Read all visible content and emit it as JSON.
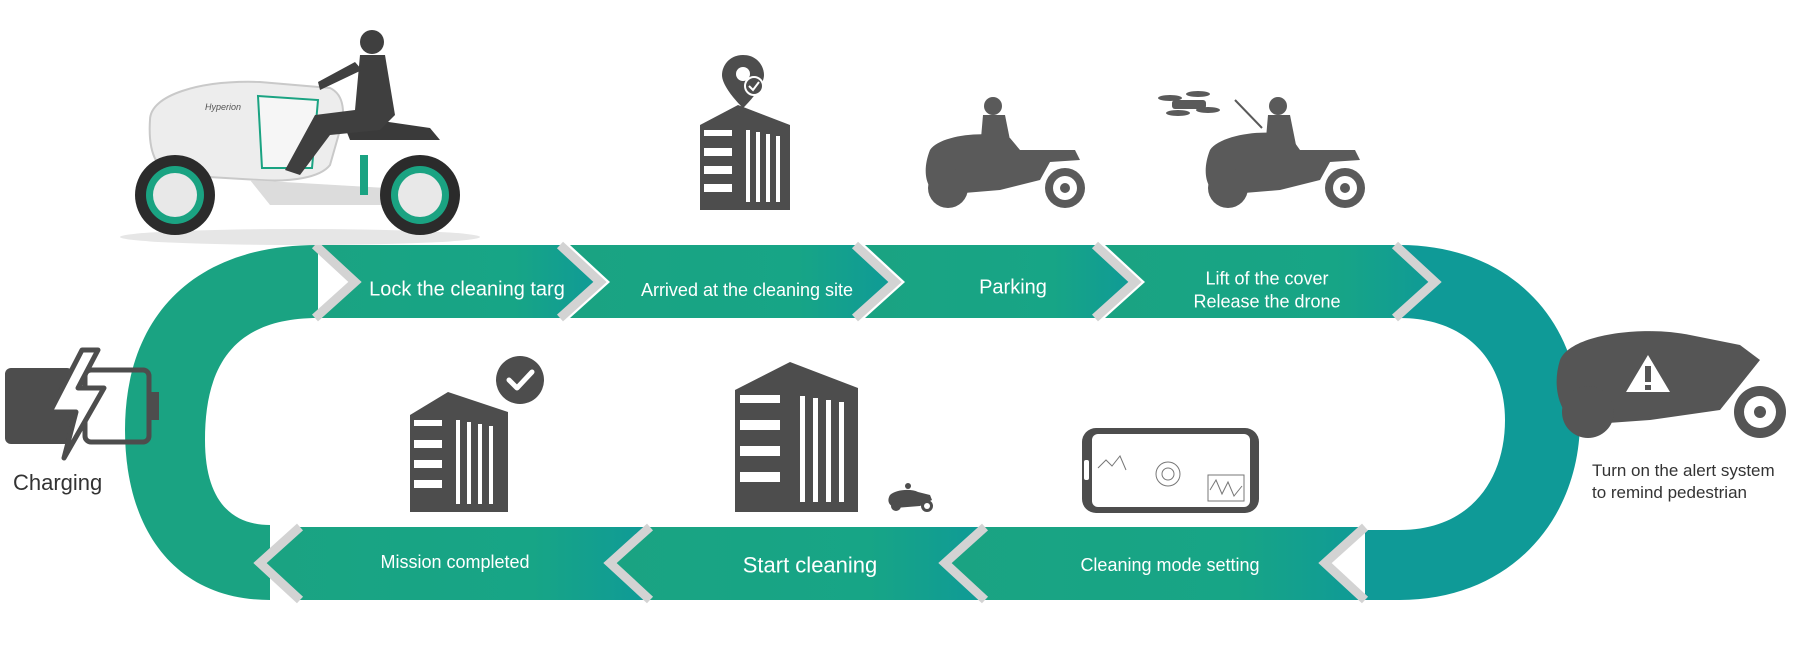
{
  "steps": {
    "lock": "Lock the cleaning targ",
    "arrived": "Arrived at the cleaning site",
    "parking": "Parking",
    "lift_line1": "Lift of the cover",
    "lift_line2": "Release the drone",
    "cleaning_mode": "Cleaning mode setting",
    "start_cleaning": "Start cleaning",
    "mission_completed": "Mission completed"
  },
  "side_labels": {
    "charging": "Charging",
    "alert_line1": "Turn on the alert system",
    "alert_line2": "to remind pedestrian"
  },
  "vehicle_brand": "Hyperion",
  "icons": [
    "scooter-vehicle-icon",
    "location-pin-icon",
    "office-building-icon",
    "cleaning-vehicle-icon",
    "drone-icon",
    "battery-charging-icon",
    "alert-warning-icon",
    "checkmark-badge-icon",
    "smartphone-icon"
  ],
  "colors": {
    "teal": "#1aa88a",
    "teal_dark": "#0f9a84",
    "arrow_border": "#d3d3d3",
    "icon_gray": "#4d4d4d",
    "text_dark": "#333333"
  }
}
